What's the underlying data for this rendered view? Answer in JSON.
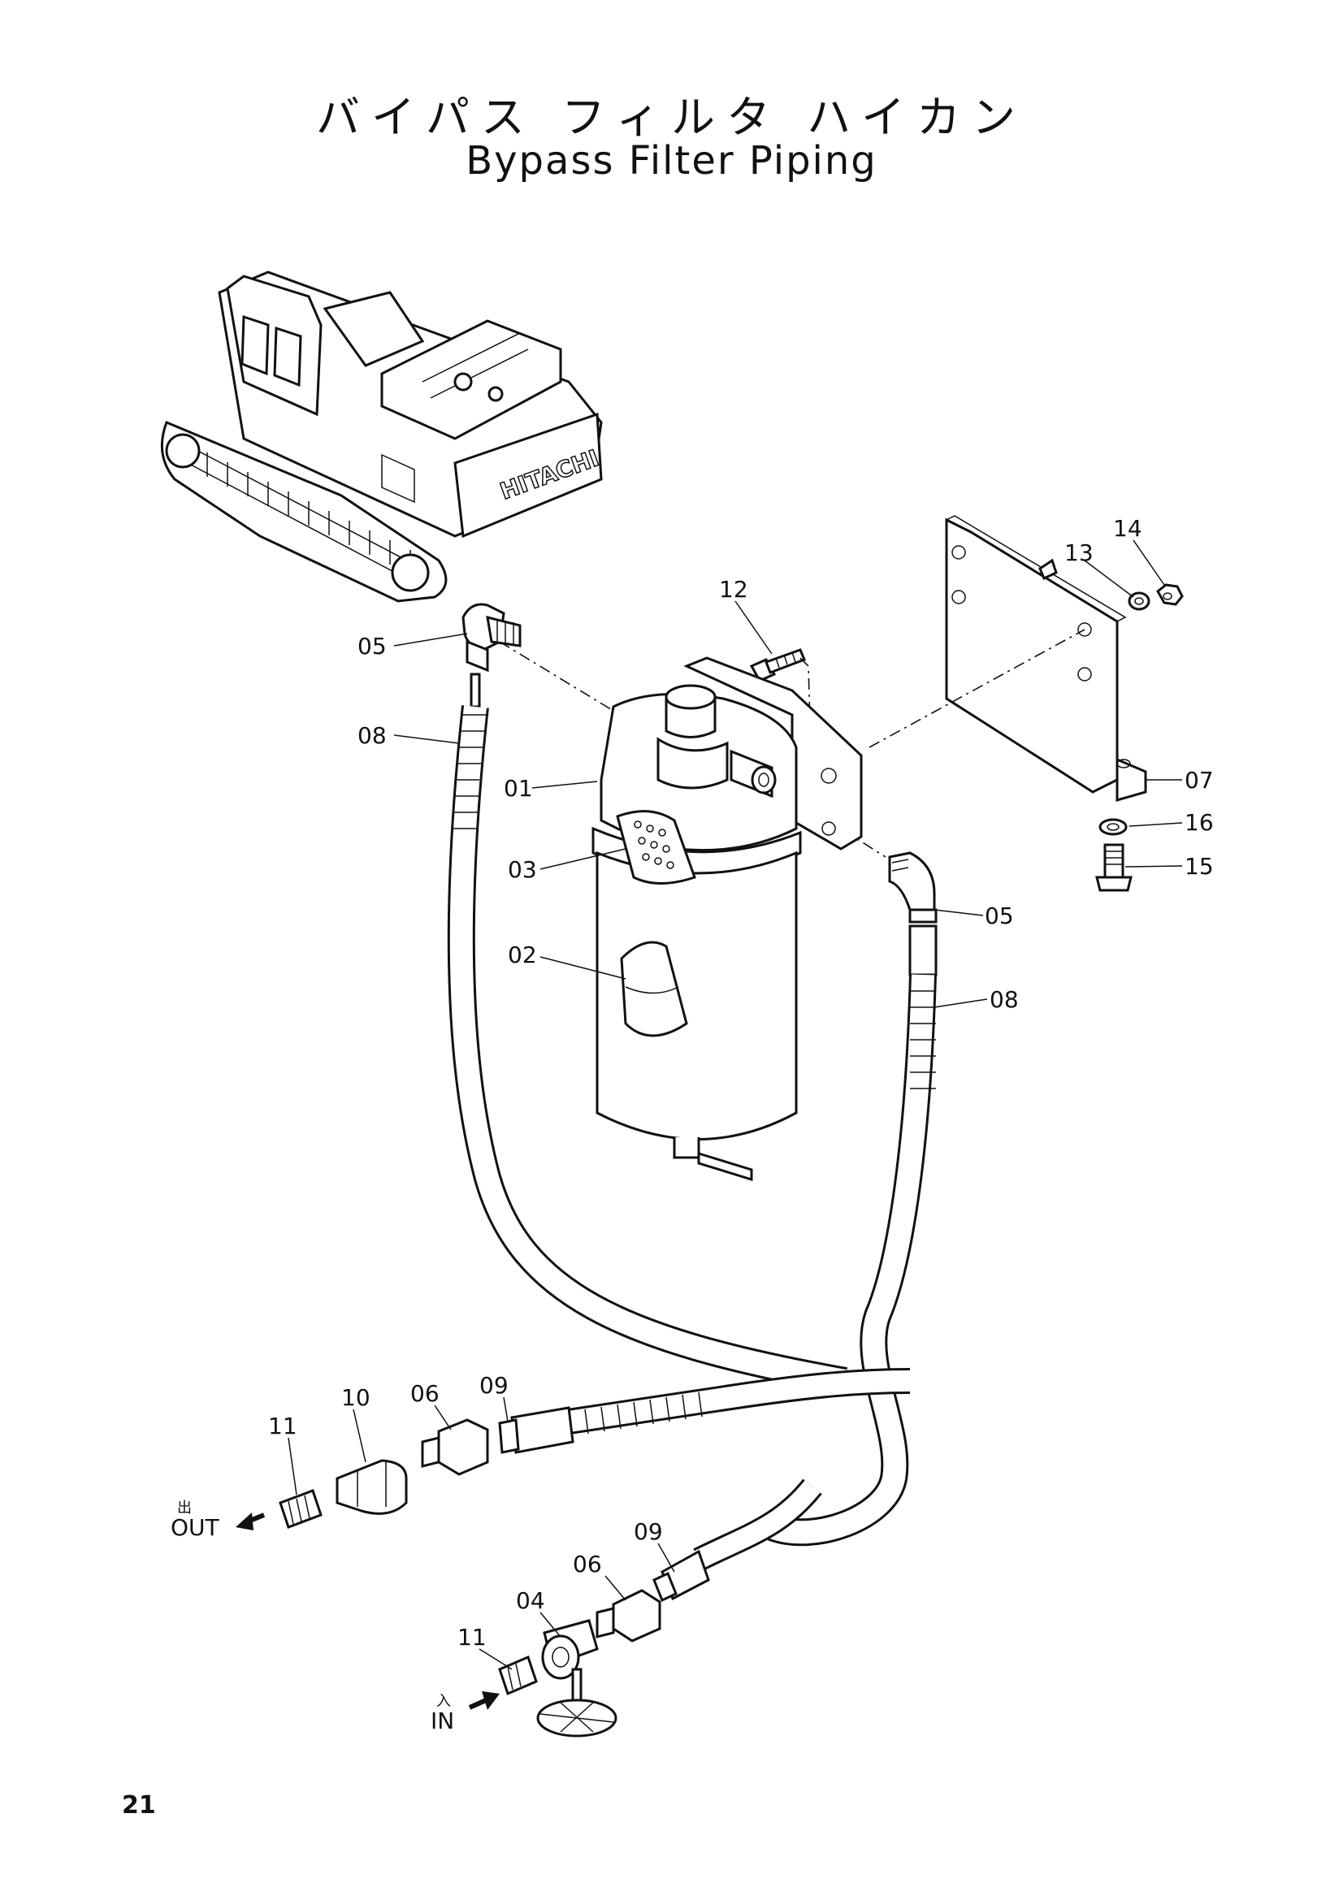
{
  "title": {
    "japanese": "バイパス フィルタ ハイカン",
    "english": "Bypass Filter Piping"
  },
  "machine_logo": "HITACHI",
  "part_labels": [
    {
      "id": "05a",
      "text": "05"
    },
    {
      "id": "08a",
      "text": "08"
    },
    {
      "id": "01",
      "text": "01"
    },
    {
      "id": "03",
      "text": "03"
    },
    {
      "id": "02",
      "text": "02"
    },
    {
      "id": "12",
      "text": "12"
    },
    {
      "id": "13",
      "text": "13"
    },
    {
      "id": "14",
      "text": "14"
    },
    {
      "id": "07",
      "text": "07"
    },
    {
      "id": "16",
      "text": "16"
    },
    {
      "id": "15",
      "text": "15"
    },
    {
      "id": "05b",
      "text": "05"
    },
    {
      "id": "08b",
      "text": "08"
    },
    {
      "id": "09a",
      "text": "09"
    },
    {
      "id": "06a",
      "text": "06"
    },
    {
      "id": "10",
      "text": "10"
    },
    {
      "id": "11a",
      "text": "11"
    },
    {
      "id": "09b",
      "text": "09"
    },
    {
      "id": "06b",
      "text": "06"
    },
    {
      "id": "04",
      "text": "04"
    },
    {
      "id": "11b",
      "text": "11"
    }
  ],
  "flow": {
    "out_jp": "出",
    "out_en": "OUT",
    "in_jp": "入",
    "in_en": "IN"
  },
  "page_number": "21"
}
